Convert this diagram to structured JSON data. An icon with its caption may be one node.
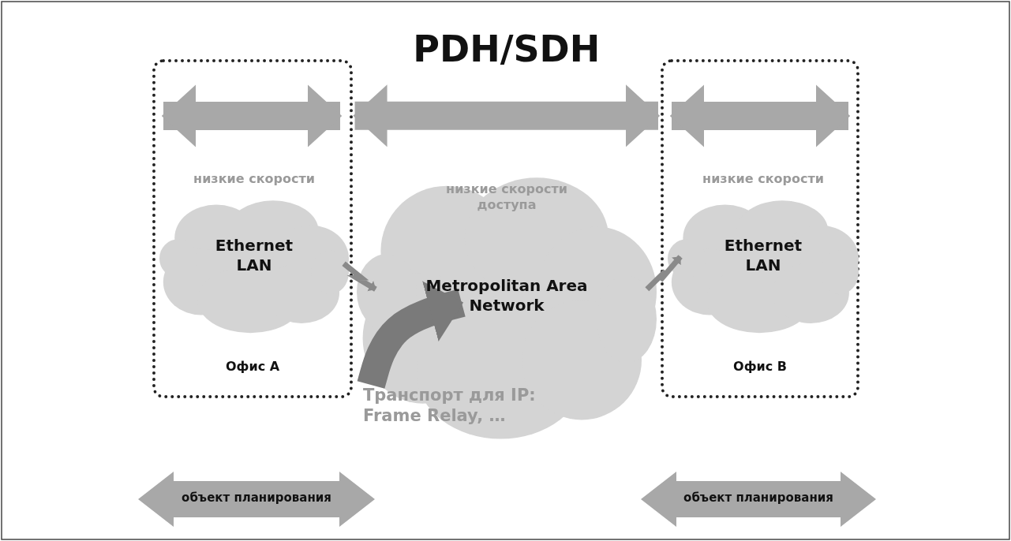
{
  "diagram": {
    "nodes": [
      {
        "text": [
          "Офис A"
        ]
      },
      {
        "text": [
          "Ethernet LAN"
        ],
        "in": 0,
        "beside": [
          "низкие скорости"
        ]
      },
      {
        "text": [
          "низкие скорости доступа",
          "Metropolitan Area Network"
        ]
      },
      {
        "text": [
          "Офис B"
        ]
      },
      {
        "text": [
          "Ethernet LAN"
        ],
        "in": 3,
        "beside": [
          "низкие скорости"
        ]
      },
      {
        "text": [
          "объект планирования"
        ]
      },
      {
        "text": [
          "объект планирования"
        ]
      },
      {
        "text": [
          "Транспорт для IP: Frame Relay, …"
        ]
      }
    ],
    "edges": [
      {
        "from": 1,
        "to": 2,
        "arrow": "to",
        "color": "#8a8a8a"
      },
      {
        "from": 2,
        "to": 4,
        "arrow": "to",
        "color": "#8a8a8a"
      },
      {
        "from": 0,
        "to": 3,
        "arrow": "both",
        "label": "PDH/SDH",
        "style": "thick"
      },
      {
        "from": 7,
        "to": 2,
        "arrow": "to",
        "style": "thick",
        "color": "#7a7a7a"
      }
    ]
  }
}
